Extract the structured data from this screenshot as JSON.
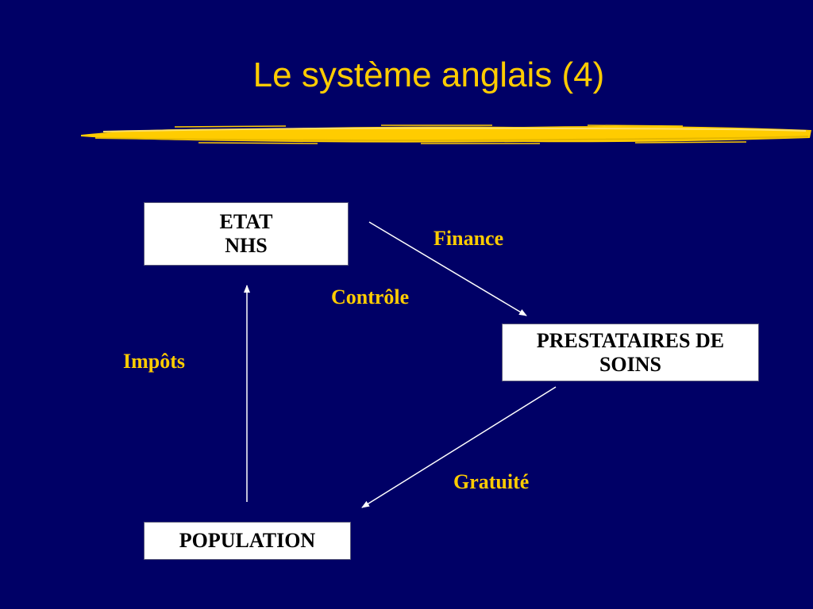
{
  "slide": {
    "title": "Le système anglais (4)"
  },
  "colors": {
    "background": "#000066",
    "accent": "#FFCC00",
    "box_fill": "#FFFFFF",
    "connector": "#FFFFFF"
  },
  "nodes": {
    "etat": {
      "line1": "ETAT",
      "line2": "NHS"
    },
    "prestataires": {
      "line1": "PRESTATAIRES DE",
      "line2": "SOINS"
    },
    "population": {
      "line1": "POPULATION"
    }
  },
  "edges": [
    {
      "from": "etat",
      "to": "prestataires",
      "label": "Finance"
    },
    {
      "from": "prestataires",
      "to": "population",
      "label": "Gratuité"
    },
    {
      "from": "population",
      "to": "etat",
      "label": "Impôts"
    }
  ],
  "annotations": {
    "controle": "Contrôle"
  }
}
